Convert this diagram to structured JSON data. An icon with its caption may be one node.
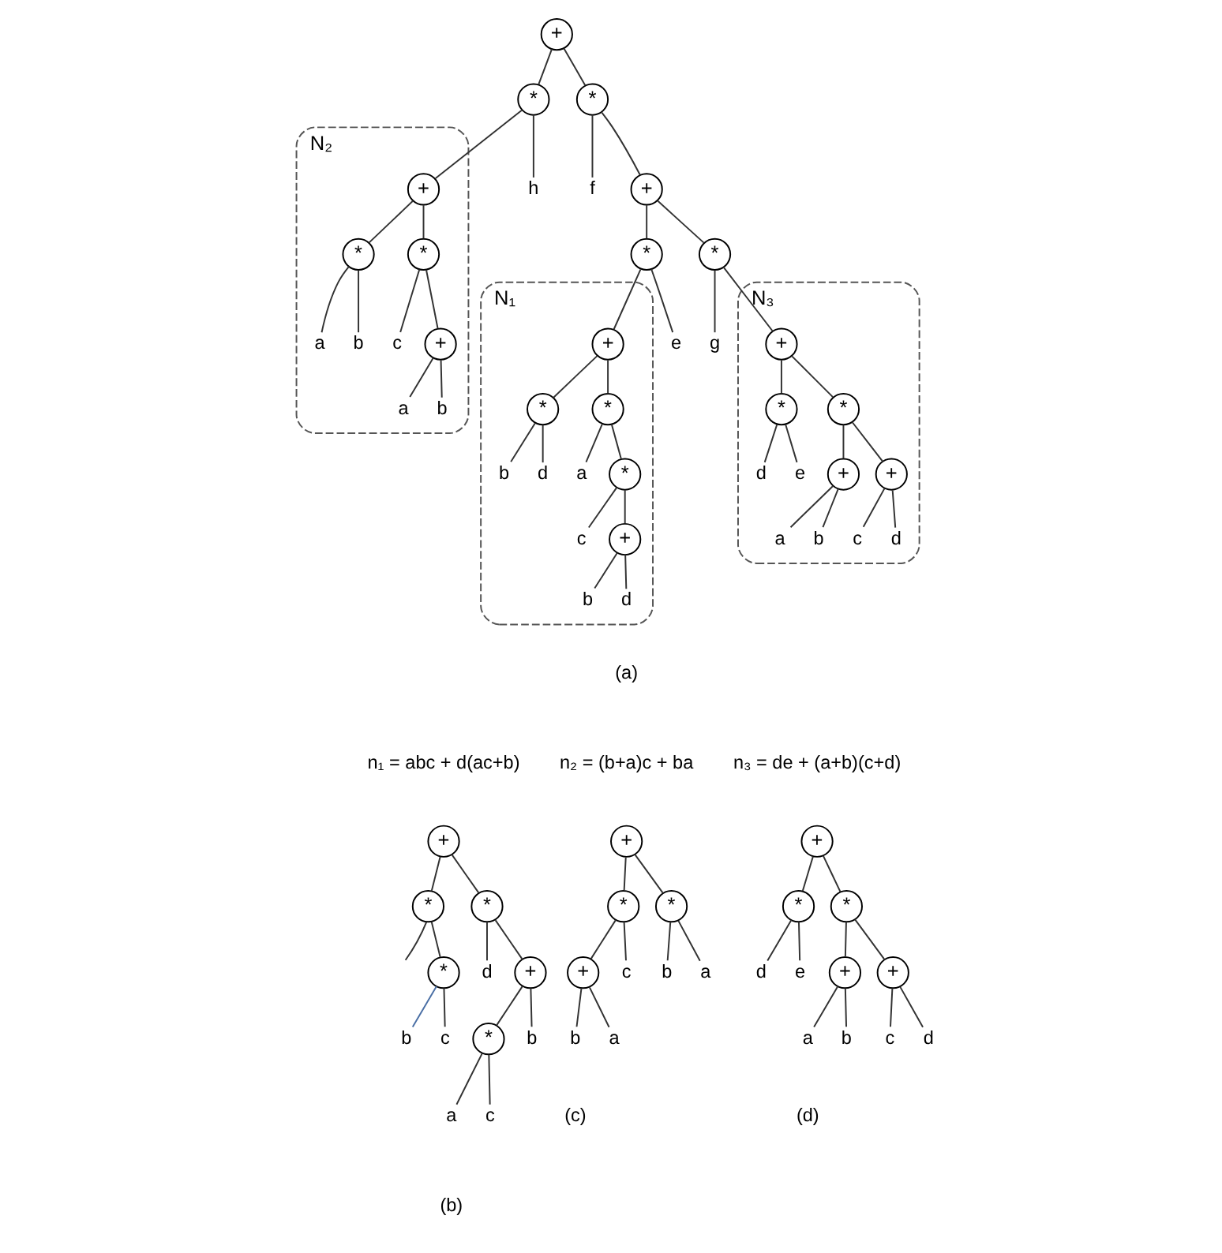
{
  "diagram": {
    "nodes": [
      {
        "text": [
          "+"
        ]
      },
      {
        "text": [
          "*"
        ]
      },
      {
        "text": [
          "N₂"
        ]
      },
      {
        "text": [
          "+"
        ],
        "in": 2
      },
      {
        "text": [
          "*"
        ],
        "in": 2
      },
      {
        "text": [
          "a"
        ],
        "in": 2
      },
      {
        "text": [
          "b"
        ],
        "in": 2
      },
      {
        "text": [
          "*"
        ],
        "in": 2
      },
      {
        "text": [
          "c"
        ],
        "in": 2
      },
      {
        "text": [
          "+"
        ],
        "in": 2
      },
      {
        "text": [
          "a"
        ],
        "in": 2
      },
      {
        "text": [
          "b"
        ],
        "in": 2
      },
      {
        "text": [
          "h"
        ]
      },
      {
        "text": [
          "*"
        ]
      },
      {
        "text": [
          "f"
        ]
      },
      {
        "text": [
          "+"
        ]
      },
      {
        "text": [
          "*"
        ]
      },
      {
        "text": [
          "N₁"
        ]
      },
      {
        "text": [
          "+"
        ],
        "in": 17
      },
      {
        "text": [
          "*"
        ],
        "in": 17
      },
      {
        "text": [
          "b"
        ],
        "in": 17
      },
      {
        "text": [
          "d"
        ],
        "in": 17
      },
      {
        "text": [
          "*"
        ],
        "in": 17
      },
      {
        "text": [
          "a"
        ],
        "in": 17
      },
      {
        "text": [
          "*"
        ],
        "in": 17
      },
      {
        "text": [
          "c"
        ],
        "in": 17
      },
      {
        "text": [
          "+"
        ],
        "in": 17
      },
      {
        "text": [
          "b"
        ],
        "in": 17
      },
      {
        "text": [
          "d"
        ],
        "in": 17
      },
      {
        "text": [
          "e"
        ]
      },
      {
        "text": [
          "*"
        ]
      },
      {
        "text": [
          "g"
        ]
      },
      {
        "text": [
          "N₃"
        ]
      },
      {
        "text": [
          "+"
        ],
        "in": 32
      },
      {
        "text": [
          "*"
        ],
        "in": 32
      },
      {
        "text": [
          "d"
        ],
        "in": 32
      },
      {
        "text": [
          "e"
        ],
        "in": 32
      },
      {
        "text": [
          "*"
        ],
        "in": 32
      },
      {
        "text": [
          "+"
        ],
        "in": 32
      },
      {
        "text": [
          "a"
        ],
        "in": 32
      },
      {
        "text": [
          "b"
        ],
        "in": 32
      },
      {
        "text": [
          "+"
        ],
        "in": 32
      },
      {
        "text": [
          "c"
        ],
        "in": 32
      },
      {
        "text": [
          "d"
        ],
        "in": 32
      },
      {
        "text": [
          "+"
        ]
      },
      {
        "text": [
          "*"
        ]
      },
      {
        "text": [
          "*"
        ]
      },
      {
        "text": [
          "b"
        ]
      },
      {
        "text": [
          "c"
        ]
      },
      {
        "text": [
          "*"
        ]
      },
      {
        "text": [
          "d"
        ]
      },
      {
        "text": [
          "+"
        ]
      },
      {
        "text": [
          "*"
        ]
      },
      {
        "text": [
          "a"
        ]
      },
      {
        "text": [
          "c"
        ]
      },
      {
        "text": [
          "b"
        ]
      },
      {
        "text": [
          "+"
        ]
      },
      {
        "text": [
          "*"
        ]
      },
      {
        "text": [
          "+"
        ]
      },
      {
        "text": [
          "b"
        ]
      },
      {
        "text": [
          "a"
        ]
      },
      {
        "text": [
          "c"
        ]
      },
      {
        "text": [
          "*"
        ]
      },
      {
        "text": [
          "b"
        ]
      },
      {
        "text": [
          "a"
        ]
      },
      {
        "text": [
          "+"
        ]
      },
      {
        "text": [
          "*"
        ]
      },
      {
        "text": [
          "d"
        ]
      },
      {
        "text": [
          "e"
        ]
      },
      {
        "text": [
          "*"
        ]
      },
      {
        "text": [
          "+"
        ]
      },
      {
        "text": [
          "a"
        ]
      },
      {
        "text": [
          "b"
        ]
      },
      {
        "text": [
          "+"
        ]
      },
      {
        "text": [
          "c"
        ]
      },
      {
        "text": [
          "d"
        ]
      }
    ],
    "edges": [
      {
        "from": 0,
        "to": 1,
        "arrow": "none"
      },
      {
        "from": 0,
        "to": 13,
        "arrow": "none"
      },
      {
        "from": 1,
        "to": 3,
        "arrow": "none"
      },
      {
        "from": 1,
        "to": 12,
        "arrow": "none"
      },
      {
        "from": 3,
        "to": 4,
        "arrow": "none"
      },
      {
        "from": 3,
        "to": 7,
        "arrow": "none"
      },
      {
        "from": 4,
        "to": 5,
        "arrow": "none"
      },
      {
        "from": 4,
        "to": 6,
        "arrow": "none"
      },
      {
        "from": 7,
        "to": 8,
        "arrow": "none"
      },
      {
        "from": 7,
        "to": 9,
        "arrow": "none"
      },
      {
        "from": 9,
        "to": 10,
        "arrow": "none"
      },
      {
        "from": 9,
        "to": 11,
        "arrow": "none"
      },
      {
        "from": 13,
        "to": 14,
        "arrow": "none"
      },
      {
        "from": 13,
        "to": 15,
        "arrow": "none"
      },
      {
        "from": 15,
        "to": 16,
        "arrow": "none"
      },
      {
        "from": 15,
        "to": 30,
        "arrow": "none"
      },
      {
        "from": 16,
        "to": 18,
        "arrow": "none"
      },
      {
        "from": 16,
        "to": 29,
        "arrow": "none"
      },
      {
        "from": 18,
        "to": 19,
        "arrow": "none"
      },
      {
        "from": 18,
        "to": 22,
        "arrow": "none"
      },
      {
        "from": 19,
        "to": 20,
        "arrow": "none"
      },
      {
        "from": 19,
        "to": 21,
        "arrow": "none"
      },
      {
        "from": 22,
        "to": 23,
        "arrow": "none"
      },
      {
        "from": 22,
        "to": 24,
        "arrow": "none"
      },
      {
        "from": 24,
        "to": 25,
        "arrow": "none"
      },
      {
        "from": 24,
        "to": 26,
        "arrow": "none"
      },
      {
        "from": 26,
        "to": 27,
        "arrow": "none"
      },
      {
        "from": 26,
        "to": 28,
        "arrow": "none"
      },
      {
        "from": 30,
        "to": 31,
        "arrow": "none"
      },
      {
        "from": 30,
        "to": 33,
        "arrow": "none"
      },
      {
        "from": 33,
        "to": 34,
        "arrow": "none"
      },
      {
        "from": 33,
        "to": 37,
        "arrow": "none"
      },
      {
        "from": 34,
        "to": 35,
        "arrow": "none"
      },
      {
        "from": 34,
        "to": 36,
        "arrow": "none"
      },
      {
        "from": 37,
        "to": 38,
        "arrow": "none"
      },
      {
        "from": 37,
        "to": 41,
        "arrow": "none"
      },
      {
        "from": 38,
        "to": 39,
        "arrow": "none"
      },
      {
        "from": 38,
        "to": 40,
        "arrow": "none"
      },
      {
        "from": 41,
        "to": 42,
        "arrow": "none"
      },
      {
        "from": 41,
        "to": 43,
        "arrow": "none"
      },
      {
        "from": 44,
        "to": 45,
        "arrow": "none"
      },
      {
        "from": 44,
        "to": 49,
        "arrow": "none"
      },
      {
        "from": 45,
        "to": null,
        "arrow": "none"
      },
      {
        "from": 45,
        "to": 46,
        "arrow": "none"
      },
      {
        "from": 46,
        "to": 47,
        "arrow": "none",
        "color": "#4a6fa5"
      },
      {
        "from": 46,
        "to": 48,
        "arrow": "none"
      },
      {
        "from": 49,
        "to": 50,
        "arrow": "none"
      },
      {
        "from": 49,
        "to": 51,
        "arrow": "none"
      },
      {
        "from": 51,
        "to": 52,
        "arrow": "none"
      },
      {
        "from": 51,
        "to": 55,
        "arrow": "none"
      },
      {
        "from": 52,
        "to": 53,
        "arrow": "none"
      },
      {
        "from": 52,
        "to": 54,
        "arrow": "none"
      },
      {
        "from": 56,
        "to": 57,
        "arrow": "none"
      },
      {
        "from": 56,
        "to": 62,
        "arrow": "none"
      },
      {
        "from": 57,
        "to": 58,
        "arrow": "none"
      },
      {
        "from": 57,
        "to": 61,
        "arrow": "none"
      },
      {
        "from": 58,
        "to": 59,
        "arrow": "none"
      },
      {
        "from": 58,
        "to": 60,
        "arrow": "none"
      },
      {
        "from": 62,
        "to": 63,
        "arrow": "none"
      },
      {
        "from": 62,
        "to": 64,
        "arrow": "none"
      },
      {
        "from": 65,
        "to": 66,
        "arrow": "none"
      },
      {
        "from": 65,
        "to": 69,
        "arrow": "none"
      },
      {
        "from": 66,
        "to": 67,
        "arrow": "none"
      },
      {
        "from": 66,
        "to": 68,
        "arrow": "none"
      },
      {
        "from": 69,
        "to": 70,
        "arrow": "none"
      },
      {
        "from": 69,
        "to": 73,
        "arrow": "none"
      },
      {
        "from": 70,
        "to": 71,
        "arrow": "none"
      },
      {
        "from": 70,
        "to": 72,
        "arrow": "none"
      },
      {
        "from": 73,
        "to": 74,
        "arrow": "none"
      },
      {
        "from": 73,
        "to": 75,
        "arrow": "none"
      }
    ],
    "labels": [
      "(a)",
      "n₁ = abc + d(ac+b)",
      "n₂ = (b+a)c + ba",
      "n₃ = de + (a+b)(c+d)",
      "(b)",
      "(c)",
      "(d)"
    ]
  }
}
